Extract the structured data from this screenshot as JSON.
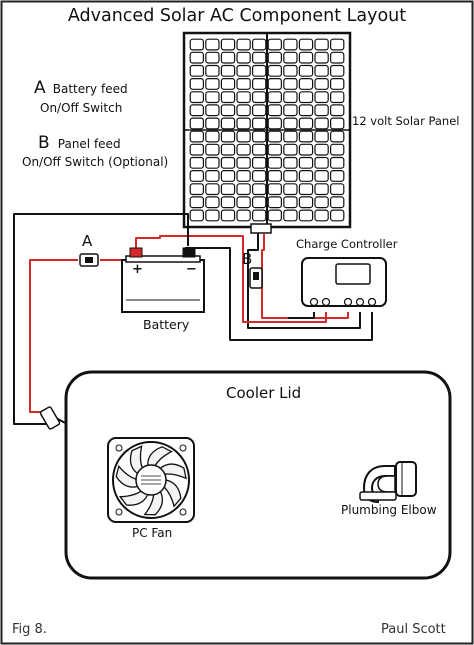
{
  "title": "Advanced Solar AC Component Layout",
  "legend": {
    "a_letter": "A",
    "a_line1": "Battery feed",
    "a_line2": "On/Off Switch",
    "b_letter": "B",
    "b_line1": "Panel feed",
    "b_line2": "On/Off Switch (Optional)"
  },
  "components": {
    "solar_panel": "12 volt Solar Panel",
    "charge_controller": "Charge Controller",
    "battery": "Battery",
    "battery_plus": "+",
    "battery_minus": "−",
    "switch_a": "A",
    "switch_b": "B",
    "cooler_lid": "Cooler Lid",
    "pc_fan": "PC Fan",
    "plumbing_elbow": "Plumbing Elbow"
  },
  "footer": {
    "figure": "Fig 8.",
    "author": "Paul Scott"
  },
  "colors": {
    "wire_positive": "#d42a2a",
    "wire_negative": "#111111",
    "outline": "#111111",
    "background": "#ffffff"
  }
}
